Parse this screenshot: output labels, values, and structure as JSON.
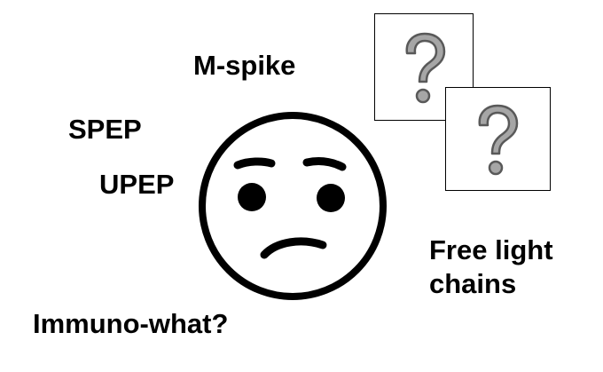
{
  "terms": {
    "m_spike": "M-spike",
    "spep": "SPEP",
    "upep": "UPEP",
    "immuno": "Immuno-what?",
    "free_light_line1": "Free light",
    "free_light_line2": "chains"
  },
  "icons": {
    "face": "confused-face-icon",
    "question": "question-mark-icon"
  },
  "colors": {
    "question_fill": "#a6a6a6",
    "question_outline": "#595959",
    "ink": "#000000"
  }
}
